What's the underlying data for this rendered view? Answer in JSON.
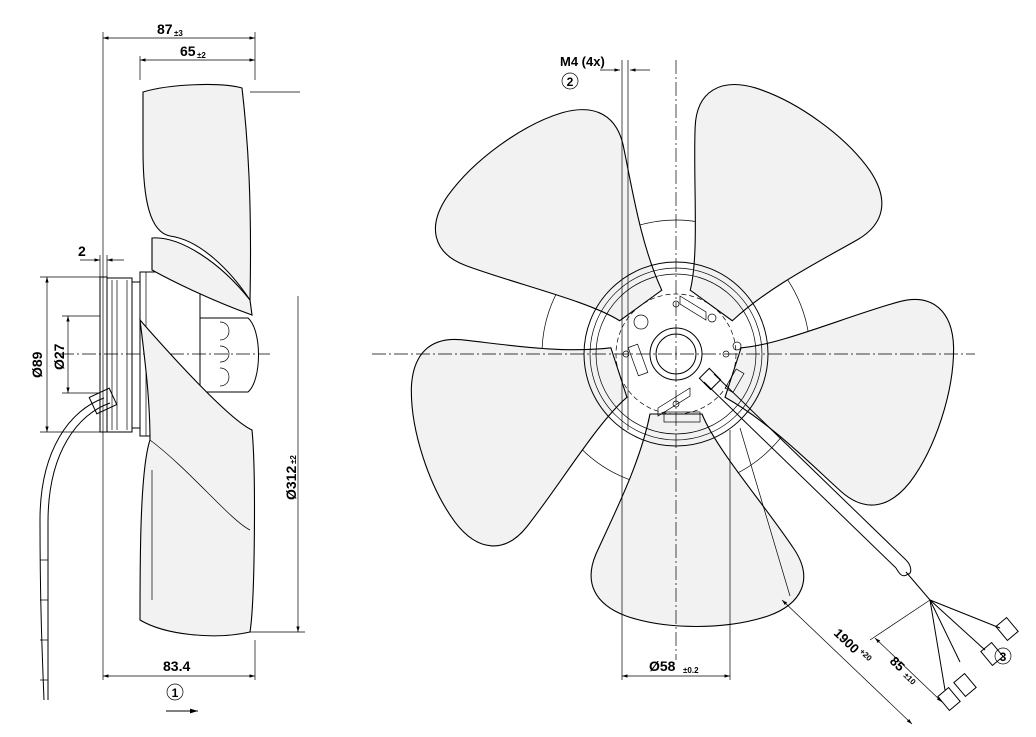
{
  "side_view": {
    "dim_overall_depth": "87",
    "dim_overall_depth_tol": "±3",
    "dim_blade_depth": "65",
    "dim_blade_depth_tol": "±2",
    "dim_flange": "2",
    "dim_dia_89": "Ø89",
    "dim_dia_27": "Ø27",
    "dim_fan_dia": "Ø312",
    "dim_fan_dia_tol": "±2",
    "dim_base_depth": "83.4",
    "airflow_marker": "1"
  },
  "front_view": {
    "screw_label": "M4 (4x)",
    "screw_marker": "2",
    "dim_hub_dia": "Ø58",
    "dim_hub_dia_tol": "±0.2",
    "cable_length": "1900",
    "cable_length_tol": "+20",
    "wire_strip_length": "85",
    "wire_strip_tol": "±10",
    "cable_marker": "3"
  }
}
